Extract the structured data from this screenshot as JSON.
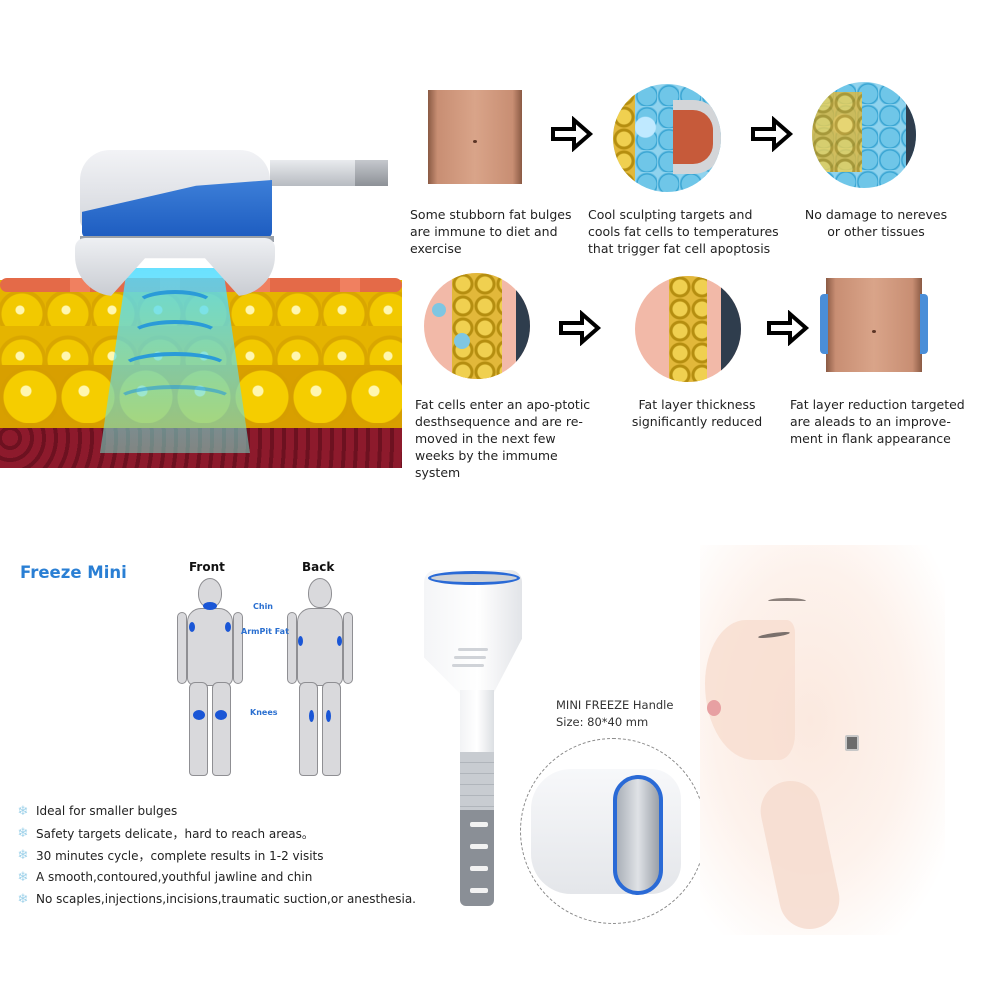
{
  "hero": {
    "image": "cryolipolysis-applicator-over-fat-layer-illustration"
  },
  "process": {
    "steps": [
      {
        "image": "belly-before",
        "caption": "Some stubborn fat bulges are immune to diet and exercise"
      },
      {
        "image": "applicator-cooling-fat-cells",
        "caption": "Cool sculpting targets and cools fat cells  to temperatures that trigger fat cell apoptosis"
      },
      {
        "image": "frozen-fat-cells-closeup",
        "caption": "No damage to nereves or other tissues"
      },
      {
        "image": "fat-cells-apoptosis-closeup",
        "caption": "Fat cells enter an apo-ptotic desthsequence and are re-moved in the next few weeks by the immume system"
      },
      {
        "image": "reduced-fat-layer-closeup",
        "caption": "Fat layer thickness significantly reduced"
      },
      {
        "image": "belly-after",
        "caption": "Fat layer reduction targeted are aleads to an improve-ment in flank appearance"
      }
    ],
    "arrow_icon": "outline-right-arrow-icon"
  },
  "freeze_mini": {
    "title": "Freeze Mini",
    "body_map": {
      "front_label": "Front",
      "back_label": "Back",
      "areas": [
        "Chin",
        "ArmPit Fat",
        "Knees"
      ]
    },
    "features": [
      "Ideal for smaller bulges",
      "Safety targets delicate，hard to reach areas。",
      "30 minutes cycle，complete results in 1-2 visits",
      "A smooth,contoured,youthful jawline and chin",
      "No scaples,injections,incisions,traumatic suction,or anesthesia."
    ],
    "bullet_icon": "❄"
  },
  "handle": {
    "name": "MINI FREEZE Handle",
    "size": "Size: 80*40 mm"
  },
  "colors": {
    "title_blue": "#2a7fd4",
    "area_blue": "#1a56d6",
    "applicator_blue": "#1d5cc0",
    "fat_yellow": "#f2c900",
    "skin_red": "#e46a48"
  }
}
